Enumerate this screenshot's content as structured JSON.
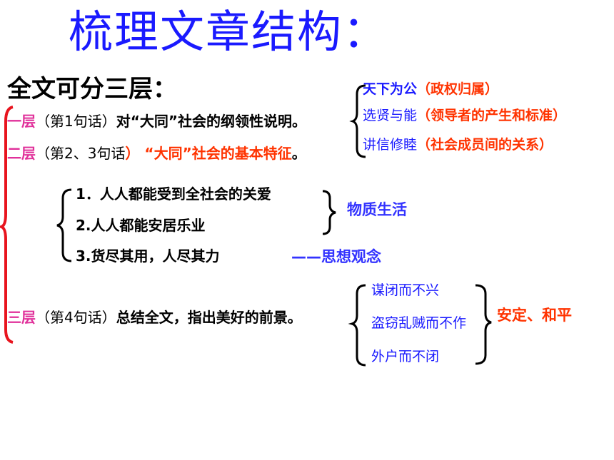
{
  "title": "梳理文章结构：",
  "subtitle": "全文可分三层：",
  "layers": [
    {
      "label": "一层",
      "paren": "（第1句话）",
      "text": "对“大同”社会的纲领性说明。"
    },
    {
      "label": "二层",
      "paren": "（第2、3句话",
      "paren_close": "）",
      "text_red": "“大同”社会的基本特征",
      "text_end": "。"
    },
    {
      "label": "三层",
      "paren": "（第4句话）",
      "text": "总结全文，指出美好的前景。"
    }
  ],
  "top_right": [
    {
      "blue": "天下为公",
      "red": "（政权归属）"
    },
    {
      "blue": "选贤与能",
      "red": "（领导者的产生和标准）"
    },
    {
      "blue": "讲信修睦",
      "red": "（社会成员间的关系）"
    }
  ],
  "features": [
    "1．人人都能受到全社会的关爱",
    "2.人人都能安居乐业",
    "3.货尽其用，人尽其力"
  ],
  "material_label": "物质生活",
  "thought_label": "——思想观念",
  "results": [
    "谋闭而不兴",
    "盗窃乱贼而不作",
    "外户而不闭"
  ],
  "result_label": "安定、和平",
  "colors": {
    "title": "#1a1aff",
    "red": "#ff3300",
    "pink": "#e0309a",
    "blue": "#3333ff"
  }
}
